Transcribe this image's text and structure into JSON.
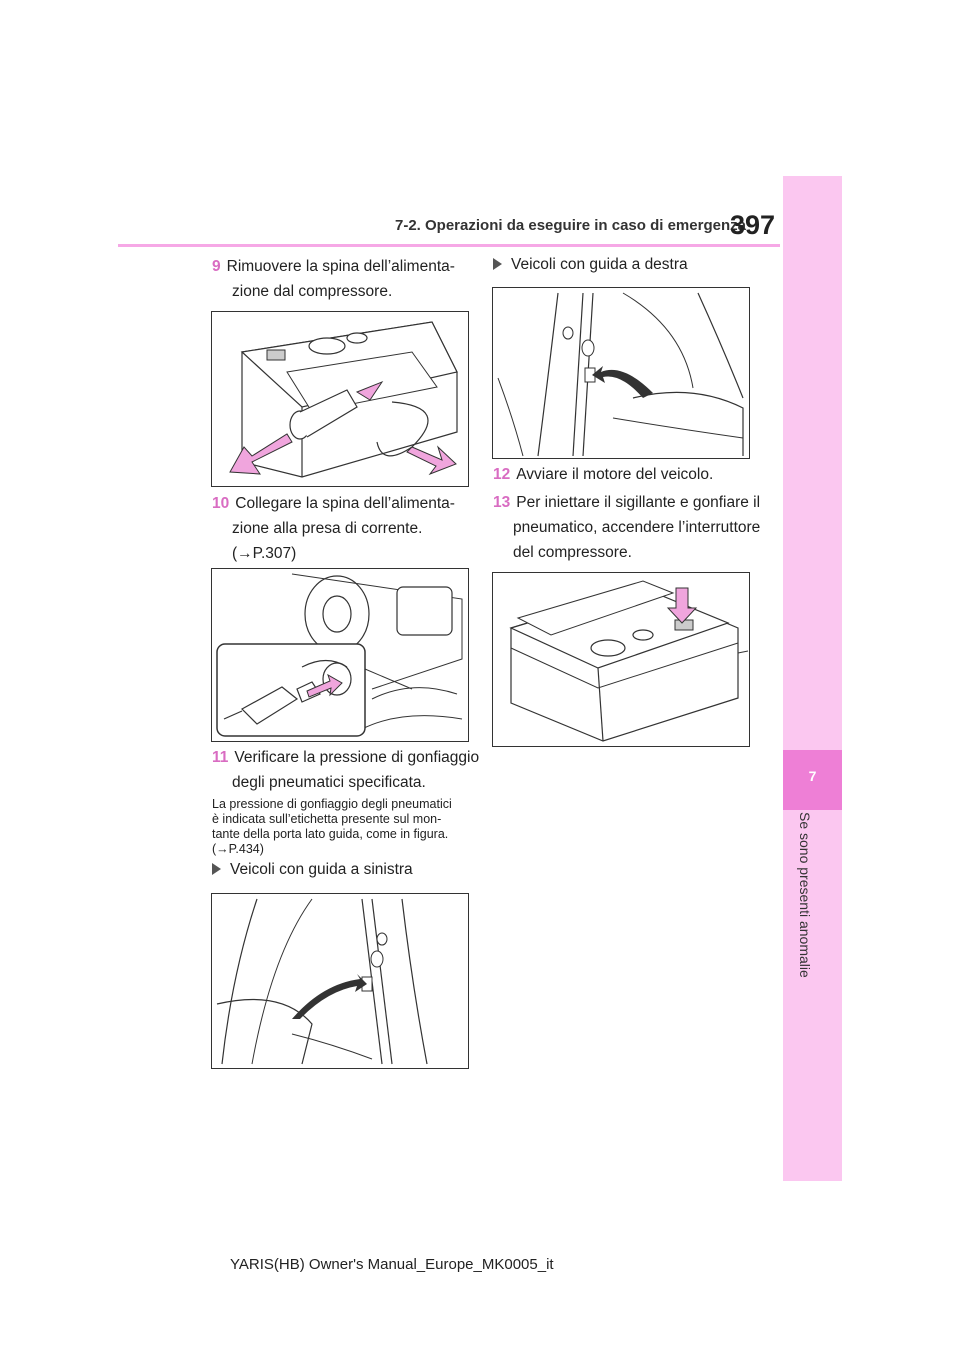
{
  "header": {
    "section_title": "7-2. Operazioni da eseguire in caso di emergenza",
    "page_number": "397"
  },
  "side_tab": {
    "chapter": "7",
    "label": "Se sono presenti anomalie"
  },
  "left_column": {
    "step9": {
      "num": "9",
      "line1": "Rimuovere la spina dell’alimenta-",
      "line2": "zione dal compressore."
    },
    "step10": {
      "num": "10",
      "line1": "Collegare la spina dell’alimenta-",
      "line2": "zione alla presa di corrente.",
      "line3": "(→P.307)"
    },
    "step11": {
      "num": "11",
      "line1": "Verificare la pressione di gonfiaggio",
      "line2": "degli pneumatici specificata."
    },
    "note": {
      "line1": "La pressione di gonfiaggio degli pneumatici",
      "line2": "è indicata sull’etichetta presente sul mon-",
      "line3": "tante della porta lato guida, come in figura.",
      "line4": "(→P.434)"
    },
    "bullet_left": "Veicoli con guida a sinistra"
  },
  "right_column": {
    "bullet_right": "Veicoli con guida a destra",
    "step12": {
      "num": "12",
      "line1": "Avviare il motore del veicolo."
    },
    "step13": {
      "num": "13",
      "line1": "Per iniettare il sigillante e gonfiare il",
      "line2": "pneumatico, accendere l’interruttore",
      "line3": "del compressore."
    }
  },
  "footer": {
    "text": "YARIS(HB) Owner's Manual_Europe_MK0005_it"
  }
}
